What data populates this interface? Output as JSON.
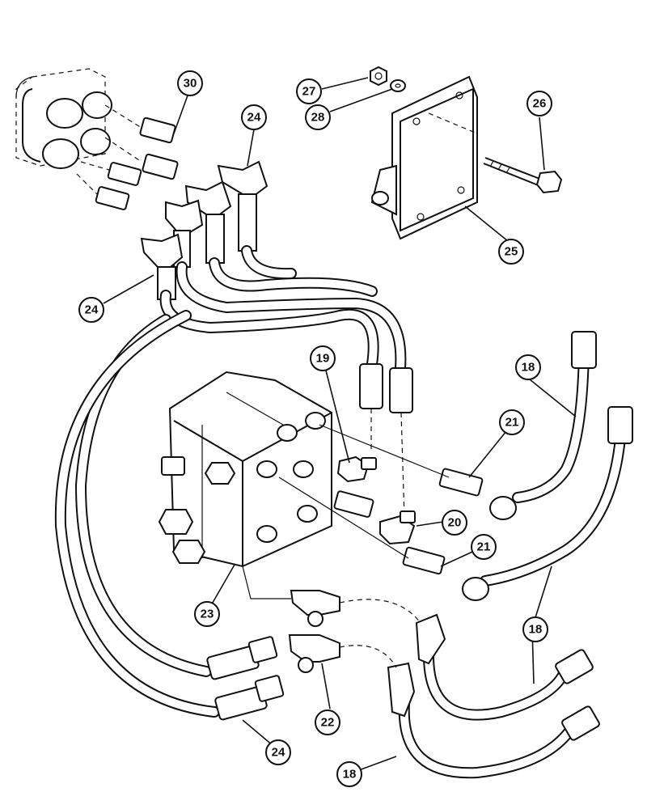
{
  "diagram": {
    "callouts": [
      {
        "id": "c30",
        "label": "30"
      },
      {
        "id": "c27",
        "label": "27"
      },
      {
        "id": "c28",
        "label": "28"
      },
      {
        "id": "c26",
        "label": "26"
      },
      {
        "id": "c24a",
        "label": "24"
      },
      {
        "id": "c24b",
        "label": "24"
      },
      {
        "id": "c24c",
        "label": "24"
      },
      {
        "id": "c25",
        "label": "25"
      },
      {
        "id": "c19",
        "label": "19"
      },
      {
        "id": "c18a",
        "label": "18"
      },
      {
        "id": "c18b",
        "label": "18"
      },
      {
        "id": "c18c",
        "label": "18"
      },
      {
        "id": "c21a",
        "label": "21"
      },
      {
        "id": "c21b",
        "label": "21"
      },
      {
        "id": "c20",
        "label": "20"
      },
      {
        "id": "c23",
        "label": "23"
      },
      {
        "id": "c22",
        "label": "22"
      }
    ]
  }
}
